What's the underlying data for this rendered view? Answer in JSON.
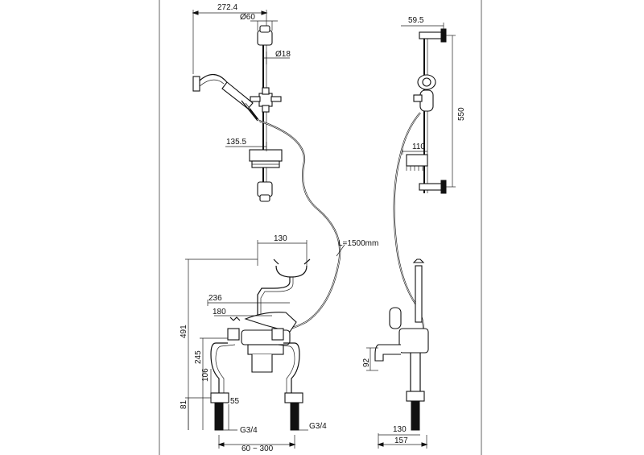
{
  "dimensions": {
    "hose_length": "L=1500mm",
    "front_rail": {
      "arm_width": "272.4",
      "bracket_diameter": "Ø60",
      "rail_diameter": "Ø18",
      "soap_dish_width": "135.5"
    },
    "side_rail": {
      "bracket_projection": "59.5",
      "rail_length": "550",
      "soap_dish_depth": "110"
    },
    "front_mixer": {
      "cradle_width": "130",
      "overall_height": "491",
      "body_width": "236",
      "spout_span": "180",
      "height_245": "245",
      "height_106": "106",
      "tail_length": "81",
      "nut_height": "55",
      "thread_left": "G3/4",
      "thread_right": "G3/4",
      "centres": "60 ~ 300"
    },
    "side_mixer": {
      "spout_height": "92",
      "spout_projection": "130",
      "overall_depth": "157"
    }
  }
}
